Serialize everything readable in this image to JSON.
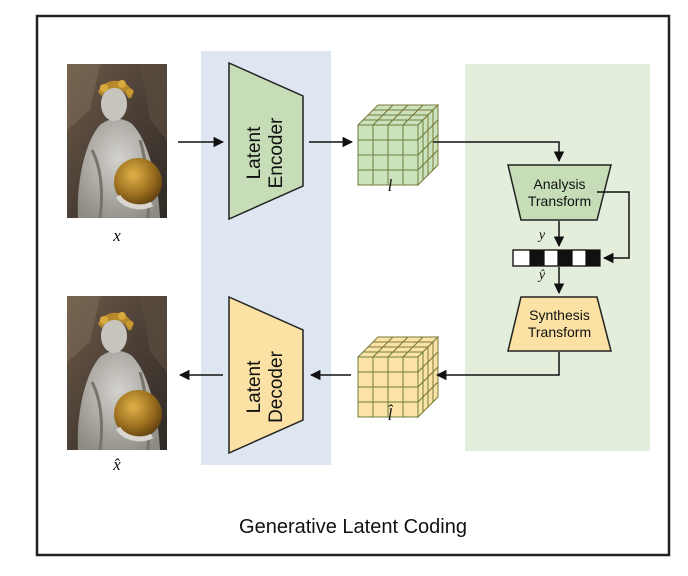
{
  "title": "Generative Latent Coding",
  "symbols": {
    "x": "x",
    "x_hat": "x̂",
    "l": "l",
    "l_hat": "l̂",
    "y": "y",
    "y_hat": "ŷ"
  },
  "encoder": {
    "line1": "Latent",
    "line2": "Encoder"
  },
  "decoder": {
    "line1": "Latent",
    "line2": "Decoder"
  },
  "analysis": {
    "line1": "Analysis",
    "line2": "Transform"
  },
  "synthesis": {
    "line1": "Synthesis",
    "line2": "Transform"
  },
  "colors": {
    "frame": "#222222",
    "left_panel": "#dde6f1",
    "right_panel": "#e4eedc",
    "encoder_fill": "#c6ddb8",
    "decoder_fill": "#fbe2a4",
    "latent_green": "#cbe3bd",
    "latent_yellow": "#fbe3a8",
    "arrow": "#111111"
  },
  "images": {
    "input": "statue-photo",
    "output": "statue-photo-reconstructed"
  }
}
